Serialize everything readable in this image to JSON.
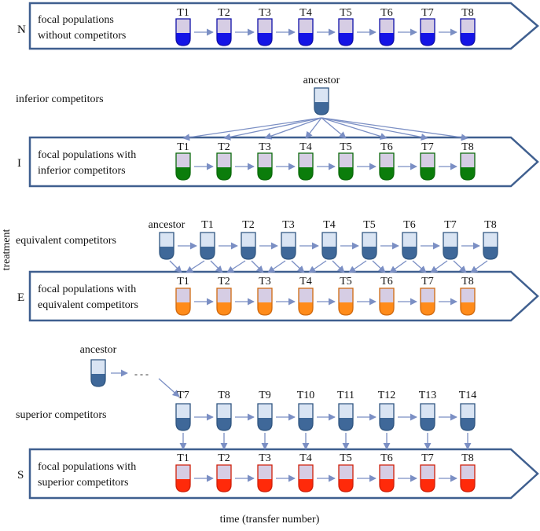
{
  "axis": {
    "y_label": "treatment",
    "x_label": "time (transfer number)"
  },
  "colors": {
    "arrow": "#7b8fc4",
    "banner_stroke": "#3f5f8f",
    "tube_cap": "#d6cde4",
    "competitor_blue": "#3f6899",
    "competitor_light": "#d9e4f3",
    "N": "#1414e6",
    "I": "#0b7d0b",
    "E": "#ff8b1a",
    "S": "#ff2a0a"
  },
  "panels": [
    {
      "id": "N",
      "code": "N",
      "banner_text": [
        "focal populations",
        "without competitors"
      ],
      "transfers": [
        "T1",
        "T2",
        "T3",
        "T4",
        "T5",
        "T6",
        "T7",
        "T8"
      ]
    },
    {
      "id": "I",
      "code": "I",
      "competitor_label": "inferior competitors",
      "ancestor_label": "ancestor",
      "banner_text": [
        "focal populations with",
        "inferior competitors"
      ],
      "transfers": [
        "T1",
        "T2",
        "T3",
        "T4",
        "T5",
        "T6",
        "T7",
        "T8"
      ]
    },
    {
      "id": "E",
      "code": "E",
      "competitor_label": "equivalent competitors",
      "competitor_transfers": [
        "ancestor",
        "T1",
        "T2",
        "T3",
        "T4",
        "T5",
        "T6",
        "T7",
        "T8"
      ],
      "banner_text": [
        "focal populations with",
        "equivalent competitors"
      ],
      "transfers": [
        "T1",
        "T2",
        "T3",
        "T4",
        "T5",
        "T6",
        "T7",
        "T8"
      ]
    },
    {
      "id": "S",
      "code": "S",
      "ancestor_label": "ancestor",
      "ellipsis": "- - -",
      "competitor_label": "superior competitors",
      "competitor_transfers": [
        "T7",
        "T8",
        "T9",
        "T10",
        "T11",
        "T12",
        "T13",
        "T14"
      ],
      "banner_text": [
        "focal populations with",
        "superior competitors"
      ],
      "transfers": [
        "T1",
        "T2",
        "T3",
        "T4",
        "T5",
        "T6",
        "T7",
        "T8"
      ]
    }
  ]
}
